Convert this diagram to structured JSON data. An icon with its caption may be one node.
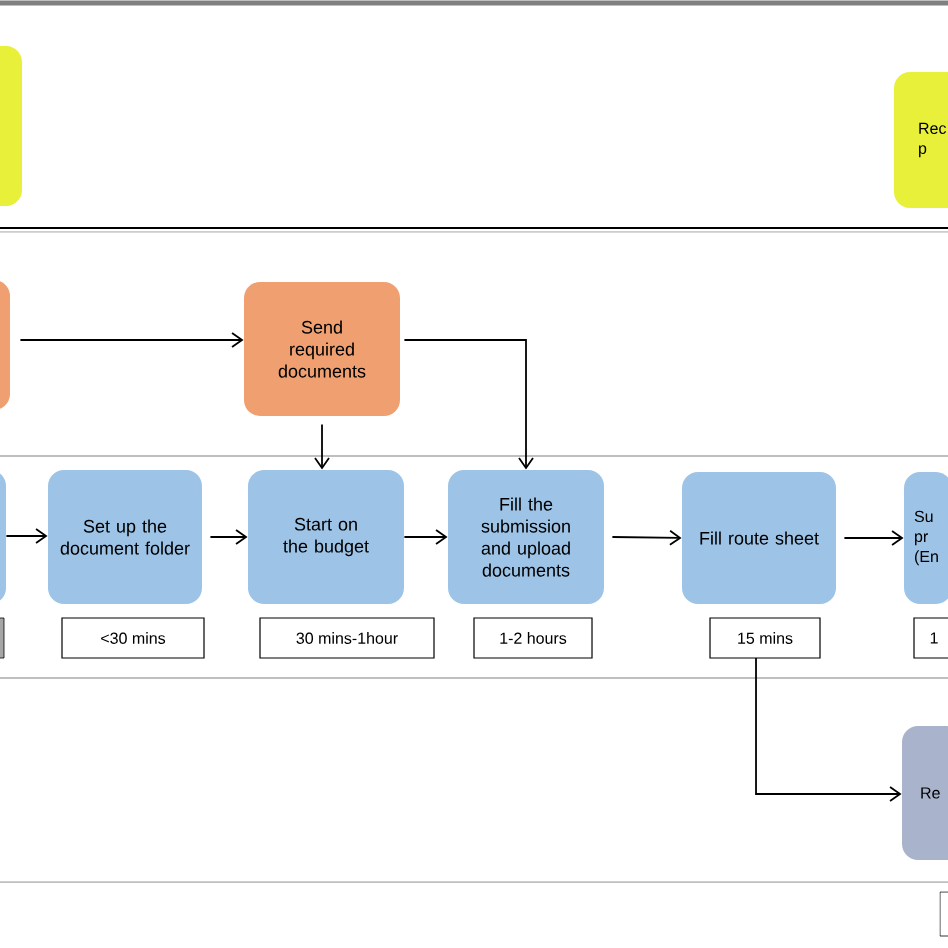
{
  "diagram": {
    "nodes": [
      {
        "text": [],
        "shape": "box"
      },
      {
        "text": [
          "Rec p"
        ]
      },
      {
        "text": [],
        "shape": "box"
      },
      {
        "text": [
          "Send required documents"
        ]
      },
      {
        "text": [],
        "shape": "box"
      },
      {
        "text": [
          "Set up the document folder"
        ],
        "beside": [
          "<30 mins"
        ]
      },
      {
        "text": [
          "Start on the budget"
        ],
        "beside": [
          "30 mins-1hour"
        ]
      },
      {
        "text": [
          "Fill the submission and upload documents"
        ],
        "beside": [
          "1-2 hours"
        ]
      },
      {
        "text": [
          "Fill route sheet"
        ],
        "beside": [
          "15 mins"
        ]
      },
      {
        "text": [
          "Su pr (En"
        ],
        "beside": [
          "1"
        ]
      },
      {
        "text": [
          "Re"
        ]
      }
    ],
    "edges": [
      {
        "from": 2,
        "to": 3,
        "arrow": "to"
      },
      {
        "from": 3,
        "to": 6,
        "arrow": "to"
      },
      {
        "from": 3,
        "to": 7,
        "arrow": "to"
      },
      {
        "from": 4,
        "to": 5,
        "arrow": "to"
      },
      {
        "from": 5,
        "to": 6,
        "arrow": "to"
      },
      {
        "from": 6,
        "to": 7,
        "arrow": "to"
      },
      {
        "from": 7,
        "to": 8,
        "arrow": "to"
      },
      {
        "from": 8,
        "to": 9,
        "arrow": "to"
      },
      {
        "from": 8,
        "to": 10,
        "arrow": "to"
      }
    ]
  }
}
